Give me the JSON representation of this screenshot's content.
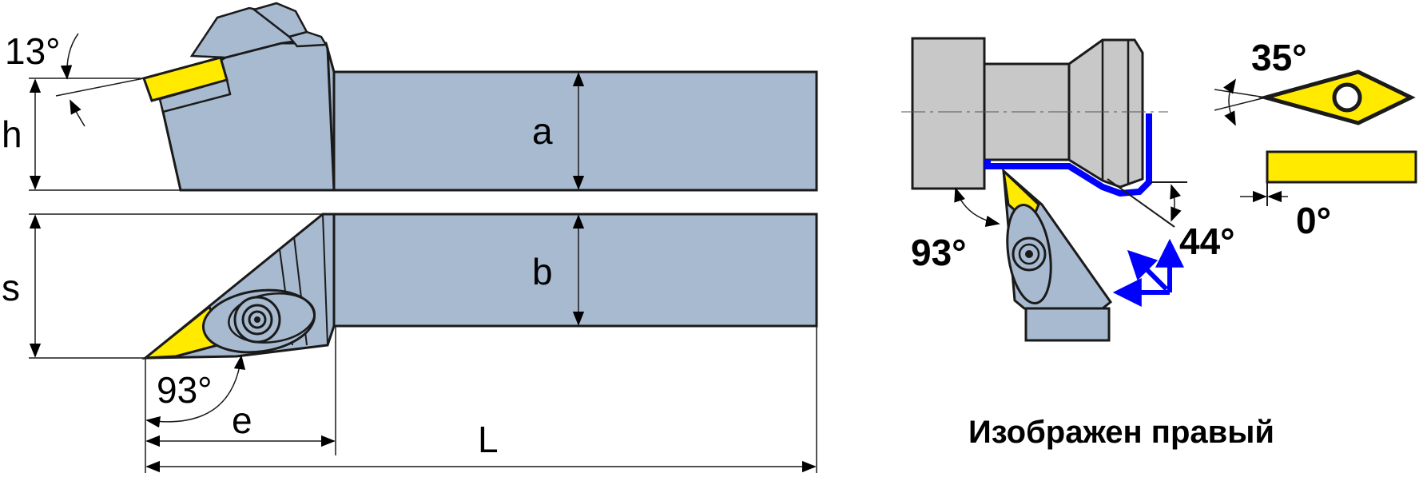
{
  "colors": {
    "holder_fill": "#a8bad0",
    "holder_stroke": "#1a1a1a",
    "insert_fill": "#ffea00",
    "workpiece_fill": "#c8c8c8",
    "highlight": "#0000ff"
  },
  "labels": {
    "angle_clearance": "13°",
    "height": "h",
    "shank_a": "a",
    "shank_b": "b",
    "width_s": "s",
    "approach_angle": "93°",
    "offset_e": "e",
    "length": "L",
    "insert_angle": "35°",
    "approach_angle_right": "93°",
    "back_angle": "44°",
    "relief_angle": "0°",
    "caption": "Изображен правый"
  }
}
